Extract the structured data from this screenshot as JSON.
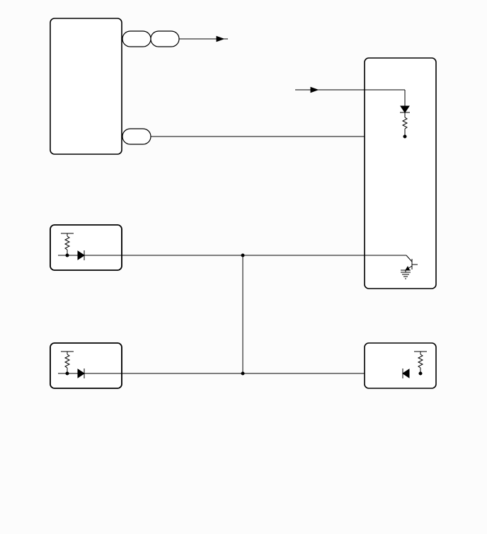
{
  "diagram": {
    "type": "wiring-schematic",
    "colors": {
      "background": "#fcfcfc",
      "line": "#000000",
      "box_fill": "#ffffff"
    },
    "components": [
      {
        "id": "module-top-left",
        "label": ""
      },
      {
        "id": "module-right-tall",
        "label": ""
      },
      {
        "id": "module-mid-left",
        "label": ""
      },
      {
        "id": "module-bottom-left",
        "label": ""
      },
      {
        "id": "module-bottom-right",
        "label": ""
      }
    ],
    "connectors": [
      {
        "id": "connector-1",
        "label": ""
      },
      {
        "id": "connector-2",
        "label": ""
      },
      {
        "id": "connector-3",
        "label": ""
      }
    ],
    "symbols": [
      "resistor-icon",
      "diode-icon",
      "transistor-icon",
      "ground-icon",
      "arrow-icon",
      "junction-dot"
    ]
  }
}
